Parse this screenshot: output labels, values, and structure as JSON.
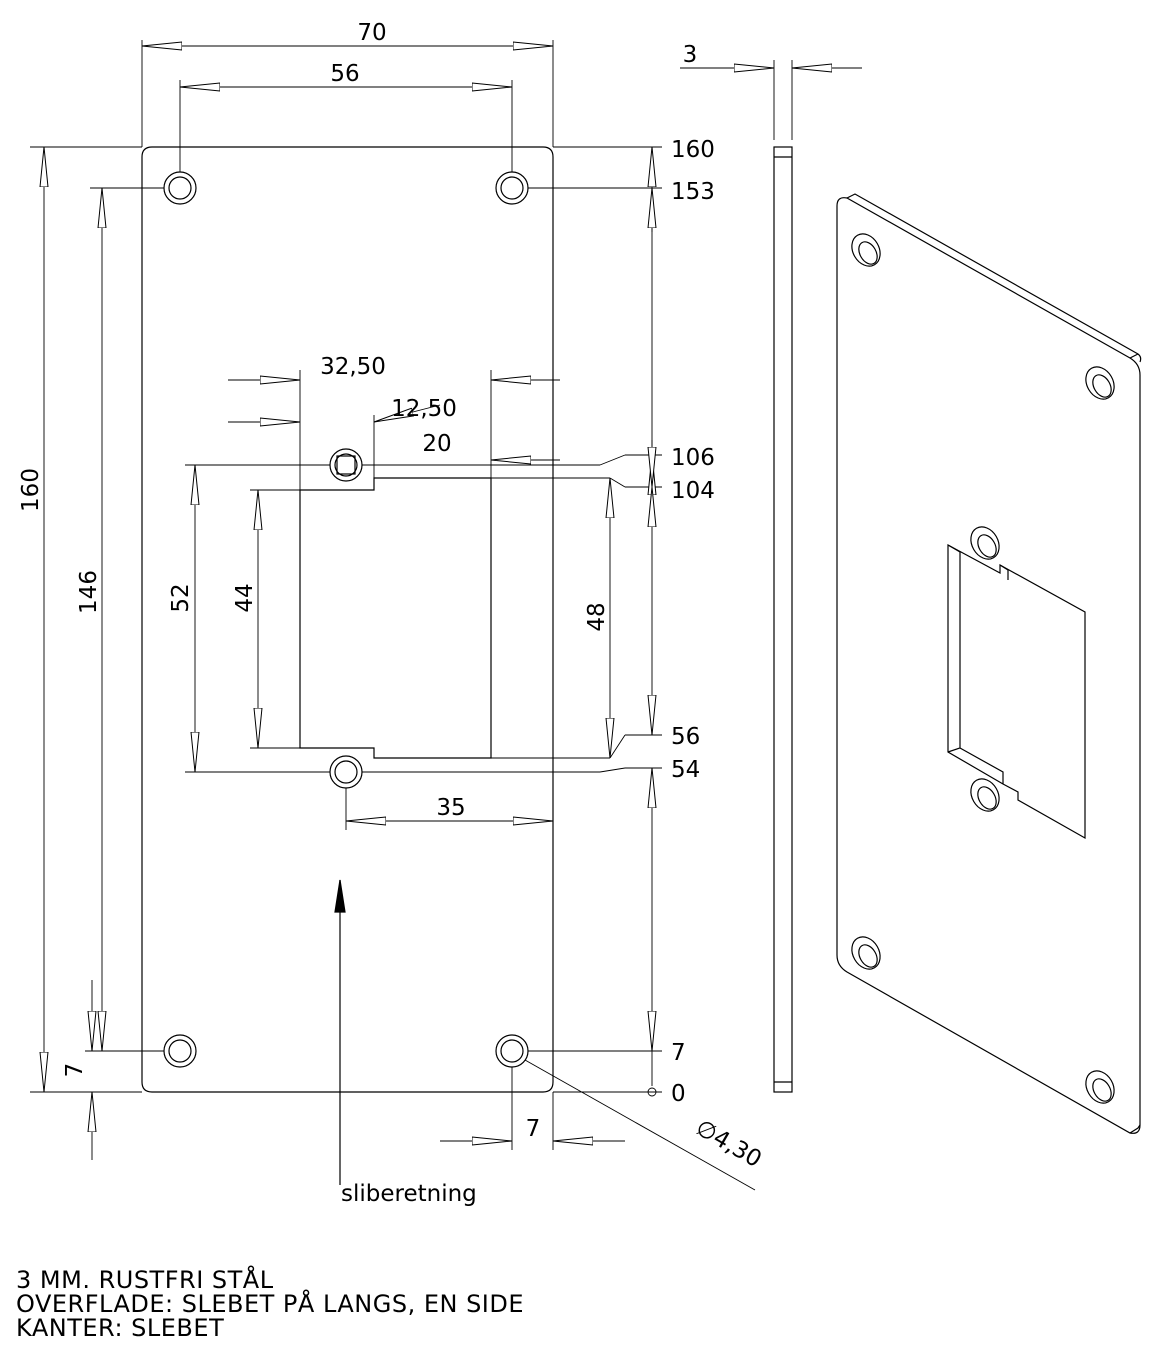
{
  "front_view": {
    "dimensions": {
      "overall_width": "70",
      "hole_spacing_x": "56",
      "cutout_offset_32_50": "32,50",
      "cutout_offset_12_50": "12,50",
      "cutout_width": "20",
      "height_overall": "160",
      "hole_spacing_y": "146",
      "dim_52": "52",
      "dim_44": "44",
      "dim_48": "48",
      "dim_35": "35",
      "dim_7_bottom": "7",
      "dim_7_left": "7",
      "hole_diameter": "∅4,30"
    },
    "ordinates": {
      "o160": "160",
      "o153": "153",
      "o106": "106",
      "o104": "104",
      "o56": "56",
      "o54": "54",
      "o7": "7",
      "o0": "0"
    },
    "grain_direction_label": "sliberetning"
  },
  "side_view": {
    "thickness": "3"
  },
  "notes": {
    "line1": "3 MM. RUSTFRI STÅL",
    "line2": "OVERFLADE: SLEBET PÅ LANGS, EN SIDE",
    "line3": "KANTER: SLEBET"
  }
}
